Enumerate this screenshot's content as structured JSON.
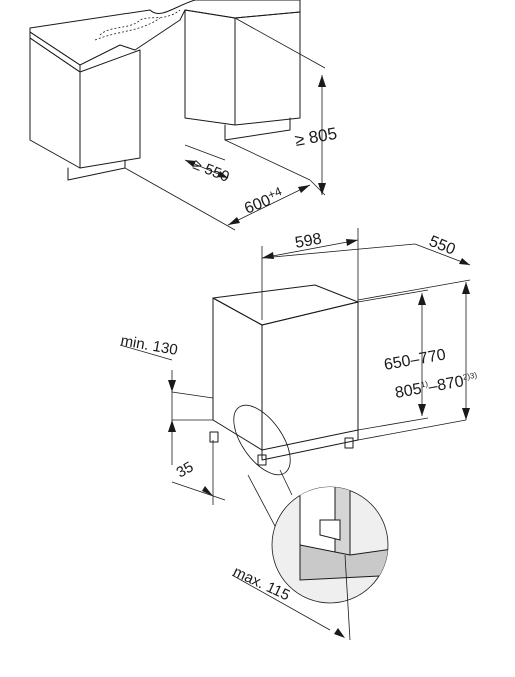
{
  "colors": {
    "line": "#1a1a1a",
    "panel_dark": "#e3e3e3",
    "panel_light": "#f7f7f7",
    "countertop": "#dadada",
    "countertop_edge": "#b9b9b9",
    "detail_circle": "#efefef"
  },
  "top_view": {
    "height_label": "≥ 805",
    "depth_label": "≥ 550",
    "width_label": "600",
    "width_tolerance": "+4"
  },
  "appliance_view": {
    "width_label": "598",
    "depth_label": "550",
    "door_height_label": "650–770",
    "total_height_prefix": "805",
    "total_height_prefix_note": "1)",
    "total_height_suffix": "–870",
    "total_height_suffix_note": "2)3)",
    "min_label": "min. 130",
    "plinth_label": "35",
    "max_label": "max. 115"
  }
}
